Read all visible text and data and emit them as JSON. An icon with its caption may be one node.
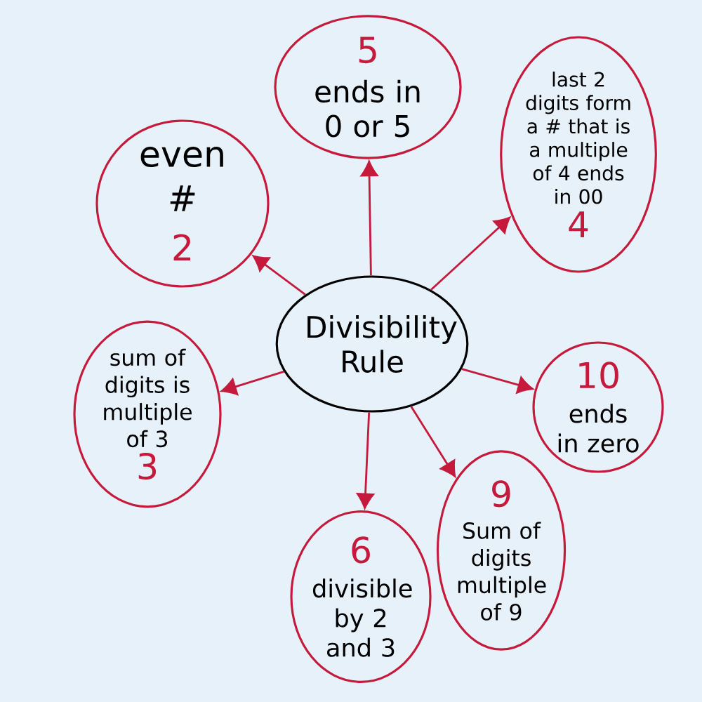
{
  "diagram": {
    "nodes": [
      {
        "text": [
          "Divisibility Rule"
        ]
      },
      {
        "text": [
          "even #",
          "2"
        ]
      },
      {
        "text": [
          "5",
          "ends in 0 or 5"
        ]
      },
      {
        "text": [
          "last 2 digits form a # that is a multiple of 4 ends in 00",
          "4"
        ]
      },
      {
        "text": [
          "10",
          "ends in zero"
        ]
      },
      {
        "text": [
          "9",
          "Sum of digits multiple of 9"
        ]
      },
      {
        "text": [
          "6",
          "divisible by 2 and 3"
        ]
      },
      {
        "text": [
          "sum of digits is multiple of 3",
          "3"
        ]
      }
    ],
    "edges": [
      {
        "from": 0,
        "to": 1,
        "arrow": "to"
      },
      {
        "from": 0,
        "to": 2,
        "arrow": "to"
      },
      {
        "from": 0,
        "to": 3,
        "arrow": "to"
      },
      {
        "from": 0,
        "to": 4,
        "arrow": "to"
      },
      {
        "from": 0,
        "to": 5,
        "arrow": "to"
      },
      {
        "from": 0,
        "to": 6,
        "arrow": "to"
      },
      {
        "from": 0,
        "to": 7,
        "arrow": "to"
      }
    ]
  }
}
